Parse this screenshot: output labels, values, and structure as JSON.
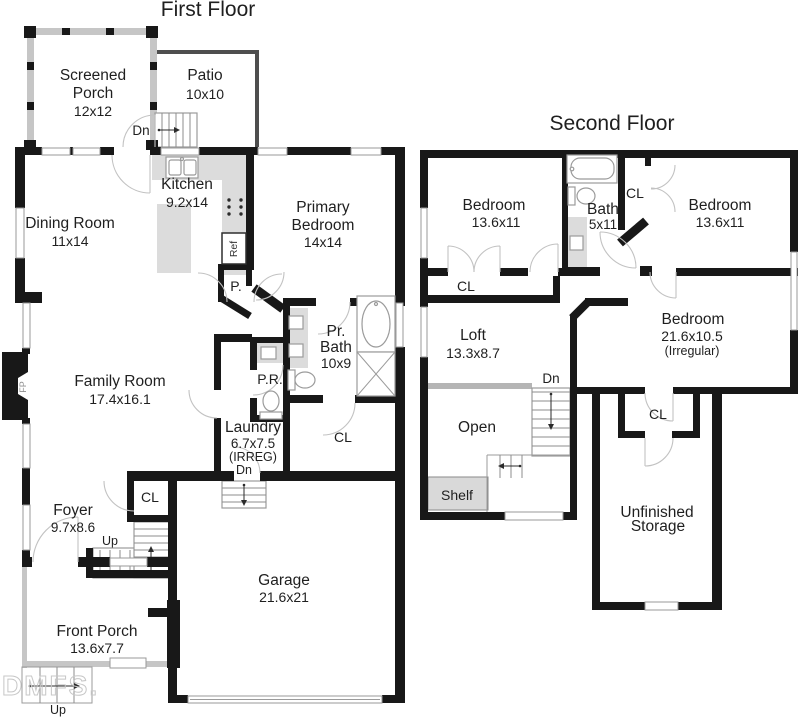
{
  "titles": {
    "first": "First Floor",
    "second": "Second Floor"
  },
  "watermark": "DMFS.",
  "labels": {
    "cl": "CL",
    "dn": "Dn",
    "up": "Up"
  },
  "first_floor": {
    "screened_porch": {
      "line1": "Screened",
      "line2": "Porch",
      "dims": "12x12"
    },
    "patio": {
      "name": "Patio",
      "dims": "10x10"
    },
    "dining_room": {
      "name": "Dining Room",
      "dims": "11x14"
    },
    "kitchen": {
      "name": "Kitchen",
      "dims": "9.2x14"
    },
    "primary_bedroom": {
      "line1": "Primary",
      "line2": "Bedroom",
      "dims": "14x14"
    },
    "primary_bath": {
      "line1": "Pr.",
      "line2": "Bath",
      "dims": "10x9"
    },
    "powder_room": {
      "name": "P.R."
    },
    "pantry": {
      "name": "P."
    },
    "refrigerator": {
      "name": "Ref"
    },
    "fireplace": {
      "name": "FP"
    },
    "laundry": {
      "name": "Laundry",
      "dims": "6.7x7.5",
      "note": "(IRREG)"
    },
    "family_room": {
      "name": "Family Room",
      "dims": "17.4x16.1"
    },
    "foyer": {
      "name": "Foyer",
      "dims": "9.7x8.6"
    },
    "front_porch": {
      "name": "Front Porch",
      "dims": "13.6x7.7"
    },
    "garage": {
      "name": "Garage",
      "dims": "21.6x21"
    }
  },
  "second_floor": {
    "bedroom_left": {
      "name": "Bedroom",
      "dims": "13.6x11"
    },
    "bath": {
      "name": "Bath",
      "dims": "5x11"
    },
    "bedroom_right": {
      "name": "Bedroom",
      "dims": "13.6x11"
    },
    "loft": {
      "name": "Loft",
      "dims": "13.3x8.7"
    },
    "bedroom_rear": {
      "name": "Bedroom",
      "dims": "21.6x10.5",
      "note": "(Irregular)"
    },
    "open_area": {
      "name": "Open"
    },
    "shelf": {
      "name": "Shelf"
    },
    "unfinished_storage": {
      "line1": "Unfinished",
      "line2": "Storage"
    }
  },
  "colors": {
    "wall": "#181818",
    "porch_wall": "#c6c6c6",
    "patio_wall": "#4e4e4e",
    "counter": "#dcdcdc",
    "watermark": "#c7c7c7"
  }
}
